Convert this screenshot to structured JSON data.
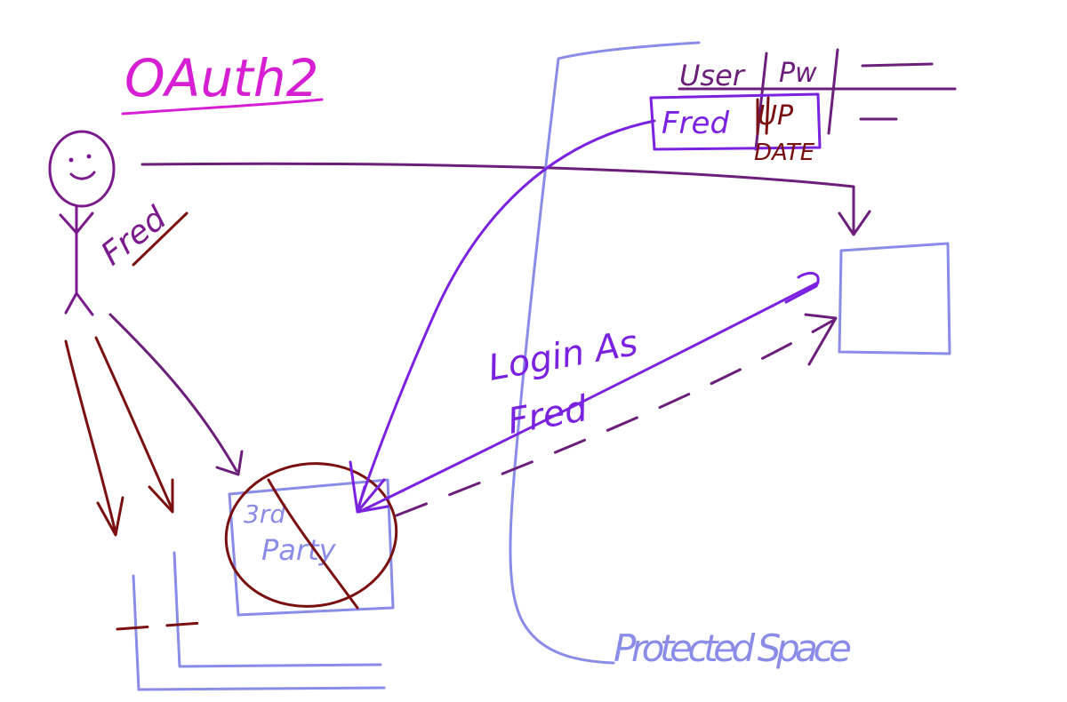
{
  "title": "OAuth2",
  "person_label": "Fred",
  "table": {
    "headers": [
      "User",
      "Pw"
    ],
    "row_user": "Fred",
    "row_pw_struck": "UP",
    "row_pw_note": "DATE"
  },
  "third_party_label_line1": "3rd",
  "third_party_label_line2": "Party",
  "arrow_label_line1": "Login As",
  "arrow_label_line2": "Fred",
  "zone_label": "Protected Space",
  "colors": {
    "title": "#d61fd2",
    "person": "#7a1a8c",
    "arrows": "#7a22e0",
    "boxes": "#8a8ce8",
    "maroon": "#7a1010"
  }
}
